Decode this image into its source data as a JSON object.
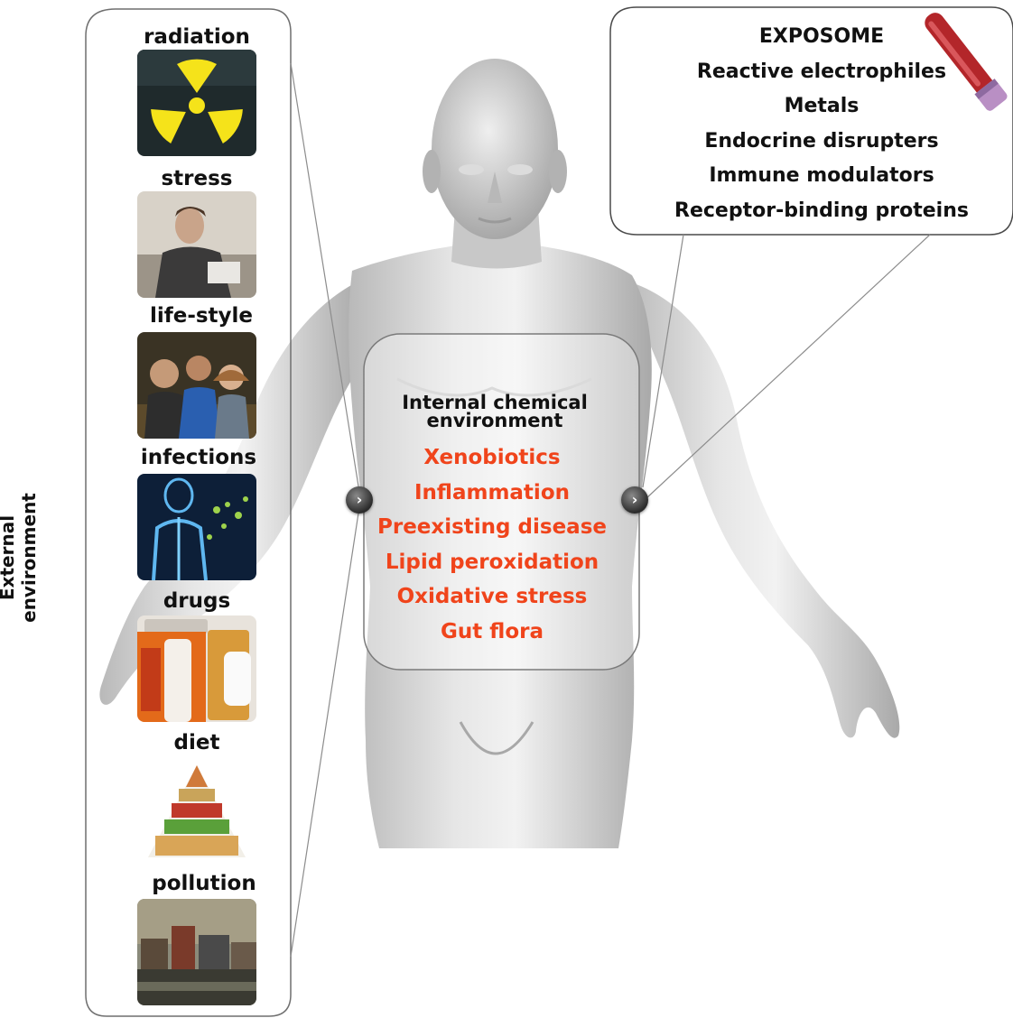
{
  "external": {
    "label": "External environment",
    "categories": [
      {
        "key": "radiation",
        "label": "radiation",
        "icon": "radiation-icon"
      },
      {
        "key": "stress",
        "label": "stress",
        "icon": "stressed-person-photo"
      },
      {
        "key": "lifestyle",
        "label": "life-style",
        "icon": "friends-photo"
      },
      {
        "key": "infections",
        "label": "infections",
        "icon": "virus-body-photo"
      },
      {
        "key": "drugs",
        "label": "drugs",
        "icon": "pill-bottles-photo"
      },
      {
        "key": "diet",
        "label": "diet",
        "icon": "food-pyramid-photo"
      },
      {
        "key": "pollution",
        "label": "pollution",
        "icon": "polluted-city-photo"
      }
    ]
  },
  "internal": {
    "title": "Internal chemical environment",
    "items": [
      "Xenobiotics",
      "Inflammation",
      "Preexisting disease",
      "Lipid peroxidation",
      "Oxidative stress",
      "Gut flora"
    ],
    "color": "#f0441b"
  },
  "exposome": {
    "items": [
      "EXPOSOME",
      "Reactive electrophiles",
      "Metals",
      "Endocrine disrupters",
      "Immune modulators",
      "Receptor-binding proteins"
    ],
    "icon": "blood-tube-icon"
  },
  "colors": {
    "radiation_yellow": "#f5e31a",
    "tile_dark": "#1f2a2c",
    "body_gray": "#cfcfcf",
    "text": "#111111"
  }
}
